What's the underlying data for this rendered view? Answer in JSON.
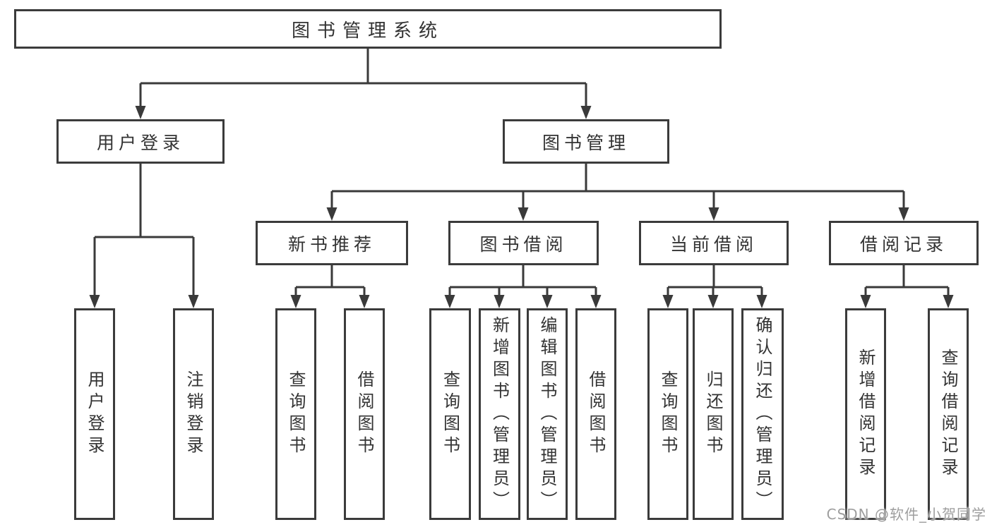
{
  "diagram": {
    "root": {
      "label": "图书管理系统",
      "children": [
        {
          "label": "用户登录",
          "children": [
            {
              "label": "用户登录"
            },
            {
              "label": "注销登录"
            }
          ]
        },
        {
          "label": "图书管理",
          "children": [
            {
              "label": "新书推荐",
              "children": [
                {
                  "label": "查询图书"
                },
                {
                  "label": "借阅图书"
                }
              ]
            },
            {
              "label": "图书借阅",
              "children": [
                {
                  "label": "查询图书"
                },
                {
                  "label": "新增图书（管理员）"
                },
                {
                  "label": "编辑图书（管理员）"
                },
                {
                  "label": "借阅图书"
                }
              ]
            },
            {
              "label": "当前借阅",
              "children": [
                {
                  "label": "查询图书"
                },
                {
                  "label": "归还图书"
                },
                {
                  "label": "确认归还（管理员）"
                }
              ]
            },
            {
              "label": "借阅记录",
              "children": [
                {
                  "label": "新增借阅记录"
                },
                {
                  "label": "查询借阅记录"
                }
              ]
            }
          ]
        }
      ]
    }
  },
  "watermark": {
    "text": "CSDN @软件_小贺同学"
  },
  "colors": {
    "line": "#3a3a3a",
    "border": "#3b3b3b",
    "text": "#333333",
    "background": "#ffffff",
    "watermark_text": "#9e9e9e"
  }
}
